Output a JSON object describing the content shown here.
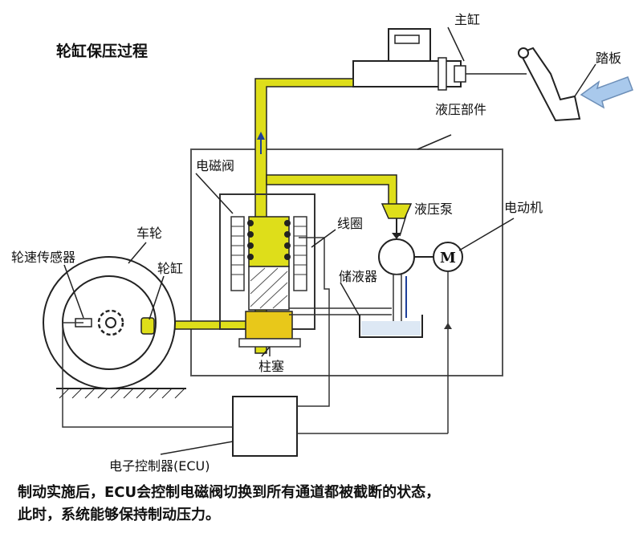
{
  "title": "轮缸保压过程",
  "labels": {
    "master_cylinder": "主缸",
    "pedal": "踏板",
    "hydraulic_unit": "液压部件",
    "solenoid_valve": "电磁阀",
    "motor": "电动机",
    "pump": "液压泵",
    "coil": "线圈",
    "wheel": "车轮",
    "wheel_speed_sensor": "轮速传感器",
    "wheel_cylinder": "轮缸",
    "reservoir": "储液器",
    "plunger": "柱塞",
    "ecu": "电子控制器(ECU)",
    "motor_symbol": "M"
  },
  "caption": {
    "line1": "制动实施后，ECU会控制电磁阀切换到所有通道都被截断的状态，",
    "line2": "此时，系统能够保持制动压力。"
  },
  "colors": {
    "fluid": "#dede1a",
    "line": "#1a1a1a",
    "arrow": "#a9c9ec",
    "accent": "#1e3f9a"
  }
}
